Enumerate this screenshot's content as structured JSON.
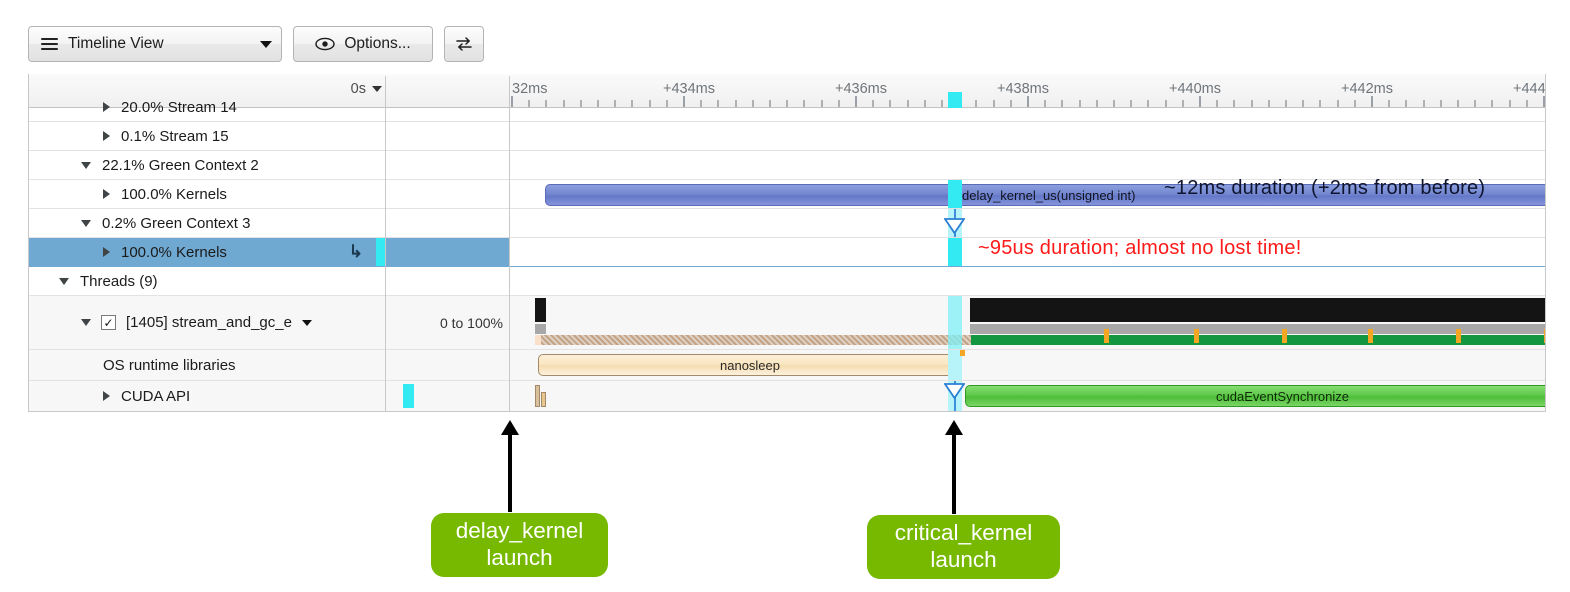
{
  "toolbar": {
    "timeline_view_label": "Timeline View",
    "options_label": "Options...",
    "menu_icon": "hamburger-icon",
    "eye_icon": "eye-icon",
    "swap_icon": "swap-arrows-icon",
    "dropdown_icon": "chevron-down-icon"
  },
  "ruler": {
    "zero_label": "0s",
    "ticks": [
      "32ms",
      "+434ms",
      "+436ms",
      "+438ms",
      "+440ms",
      "+442ms",
      "+444"
    ]
  },
  "tree": {
    "rows": [
      {
        "label": "20.0% Stream 14",
        "clipped": true
      },
      {
        "label": "0.1% Stream 15"
      },
      {
        "label": "22.1% Green Context 2"
      },
      {
        "label": "100.0% Kernels"
      },
      {
        "label": "0.2% Green Context 3"
      },
      {
        "label": "100.0% Kernels",
        "selected": true
      },
      {
        "label": "Threads (9)"
      },
      {
        "label": "[1405] stream_and_gc_e",
        "thread_id": "[1405]"
      },
      {
        "label": "OS runtime libraries"
      },
      {
        "label": "CUDA API"
      }
    ],
    "scale_label": "0 to 100%"
  },
  "bars": {
    "delay_kernel": "delay_kernel_us(unsigned int)",
    "nanosleep": "nanosleep",
    "cuda_event_sync": "cudaEventSynchronize"
  },
  "annotations": {
    "duration_12ms": "~12ms duration (+2ms from  before)",
    "duration_95us": "~95us duration; almost no lost time!"
  },
  "callouts": {
    "delay": "delay_kernel\nlaunch",
    "delay_line1": "delay_kernel",
    "delay_line2": "launch",
    "critical_line1": "critical_kernel",
    "critical_line2": "launch"
  },
  "colors": {
    "nvidia_green": "#76b900",
    "kernel_blue": "#7487d0",
    "cuda_green": "#5fc94b",
    "marker_cyan": "#33e9f2",
    "selection_blue": "#6fa8d0",
    "alert_red": "#ff1a1a"
  }
}
